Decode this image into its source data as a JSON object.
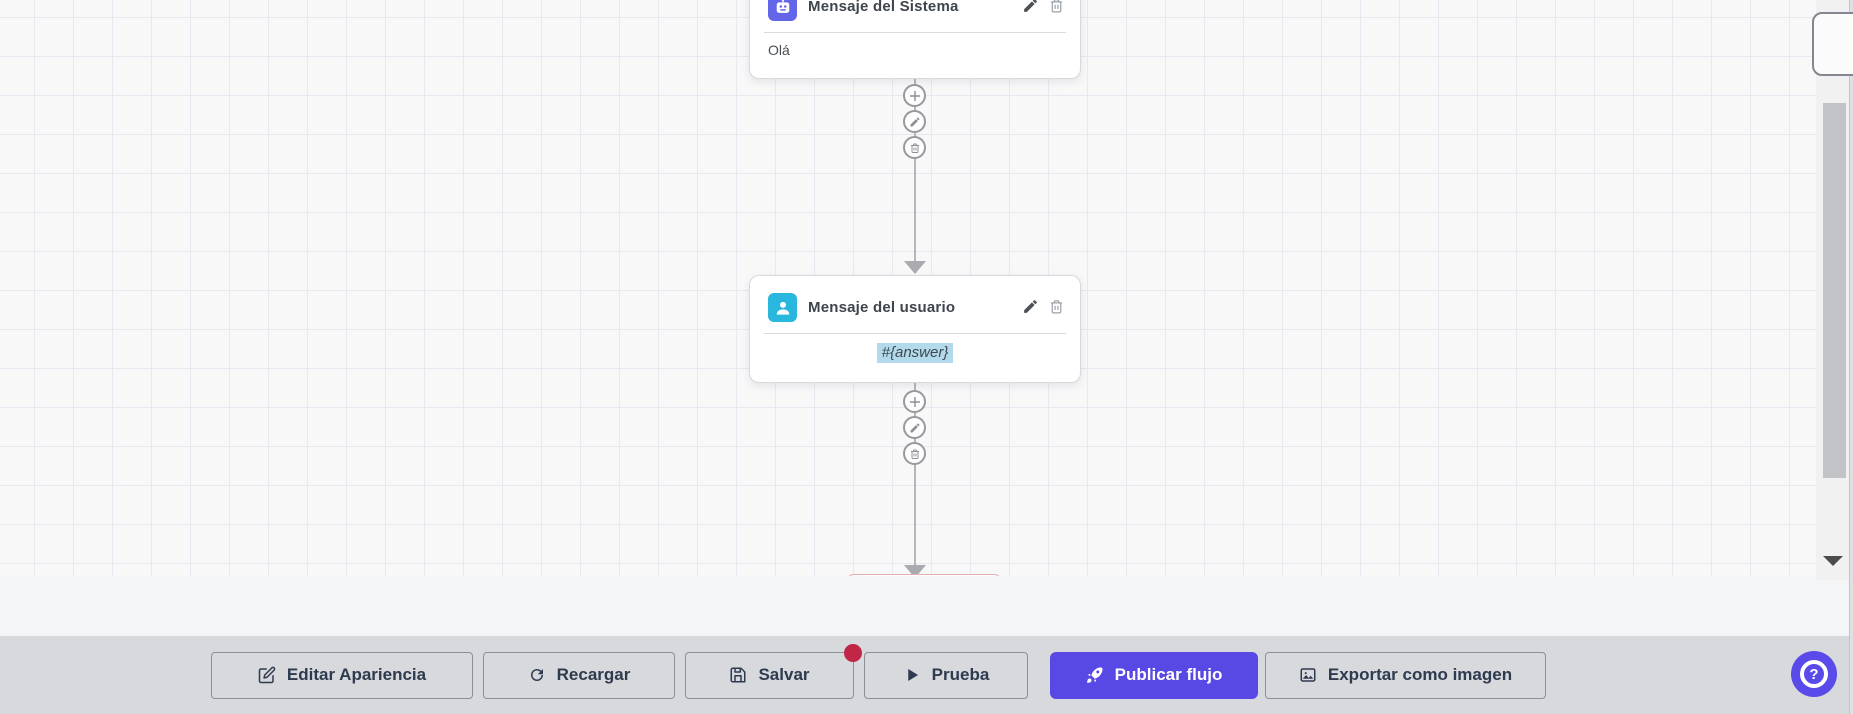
{
  "canvas": {
    "nodes": [
      {
        "id": "system-message",
        "icon": "robot-icon",
        "icon_bg": "#6466e9",
        "title": "Mensaje del Sistema",
        "content": "Olá"
      },
      {
        "id": "user-message",
        "icon": "user-icon",
        "icon_bg": "#29b7dd",
        "title": "Mensaje del usuario",
        "content": "#{answer}",
        "content_highlight": "#b3daea"
      }
    ],
    "node_actions": [
      "add",
      "edit",
      "delete"
    ]
  },
  "toolbar": {
    "buttons": [
      {
        "label": "Editar Apariencia",
        "icon": "edit-icon",
        "style": "default"
      },
      {
        "label": "Recargar",
        "icon": "refresh-icon",
        "style": "default"
      },
      {
        "label": "Salvar",
        "icon": "save-icon",
        "style": "default",
        "has_badge": true
      },
      {
        "label": "Prueba",
        "icon": "play-icon",
        "style": "default"
      },
      {
        "label": "Publicar flujo",
        "icon": "rocket-icon",
        "style": "primary",
        "bg": "#5848e4"
      },
      {
        "label": "Exportar como imagen",
        "icon": "image-icon",
        "style": "default"
      }
    ],
    "badge_color": "#c02746"
  },
  "help": {
    "label": "?",
    "bg": "#5a4ae9"
  },
  "colors": {
    "canvas_bg": "#f8f8f9",
    "grid_line": "#e7e8f0",
    "toolbar_bg": "#d7d9dd",
    "lower_band_bg": "#f4f5f7",
    "accent": "#5848e4",
    "node_border": "#d8d8dd"
  }
}
